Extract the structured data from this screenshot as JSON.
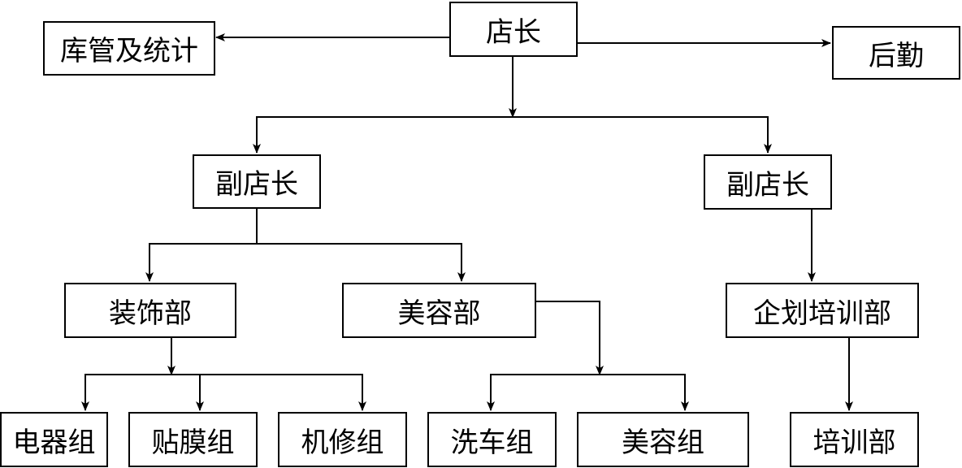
{
  "nodes": [
    {
      "id": "manager",
      "label": "店长"
    },
    {
      "id": "warehouse",
      "label": "库管及统计"
    },
    {
      "id": "logistics",
      "label": "后勤"
    },
    {
      "id": "deputy_left",
      "label": "副店长"
    },
    {
      "id": "deputy_right",
      "label": "副店长"
    },
    {
      "id": "decor_dept",
      "label": "装饰部"
    },
    {
      "id": "beauty_dept",
      "label": "美容部"
    },
    {
      "id": "planning_dept",
      "label": "企划培训部"
    },
    {
      "id": "electric_group",
      "label": "电器组"
    },
    {
      "id": "film_group",
      "label": "贴膜组"
    },
    {
      "id": "mechanic_group",
      "label": "机修组"
    },
    {
      "id": "wash_group",
      "label": "洗车组"
    },
    {
      "id": "beauty_group",
      "label": "美容组"
    },
    {
      "id": "training_dept",
      "label": "培训部"
    }
  ],
  "edges": [
    [
      "manager",
      "warehouse"
    ],
    [
      "manager",
      "logistics"
    ],
    [
      "manager",
      "deputy_left"
    ],
    [
      "manager",
      "deputy_right"
    ],
    [
      "deputy_left",
      "decor_dept"
    ],
    [
      "deputy_left",
      "beauty_dept"
    ],
    [
      "deputy_right",
      "planning_dept"
    ],
    [
      "decor_dept",
      "electric_group"
    ],
    [
      "decor_dept",
      "film_group"
    ],
    [
      "decor_dept",
      "mechanic_group"
    ],
    [
      "beauty_dept",
      "wash_group"
    ],
    [
      "beauty_dept",
      "beauty_group"
    ],
    [
      "planning_dept",
      "training_dept"
    ]
  ]
}
